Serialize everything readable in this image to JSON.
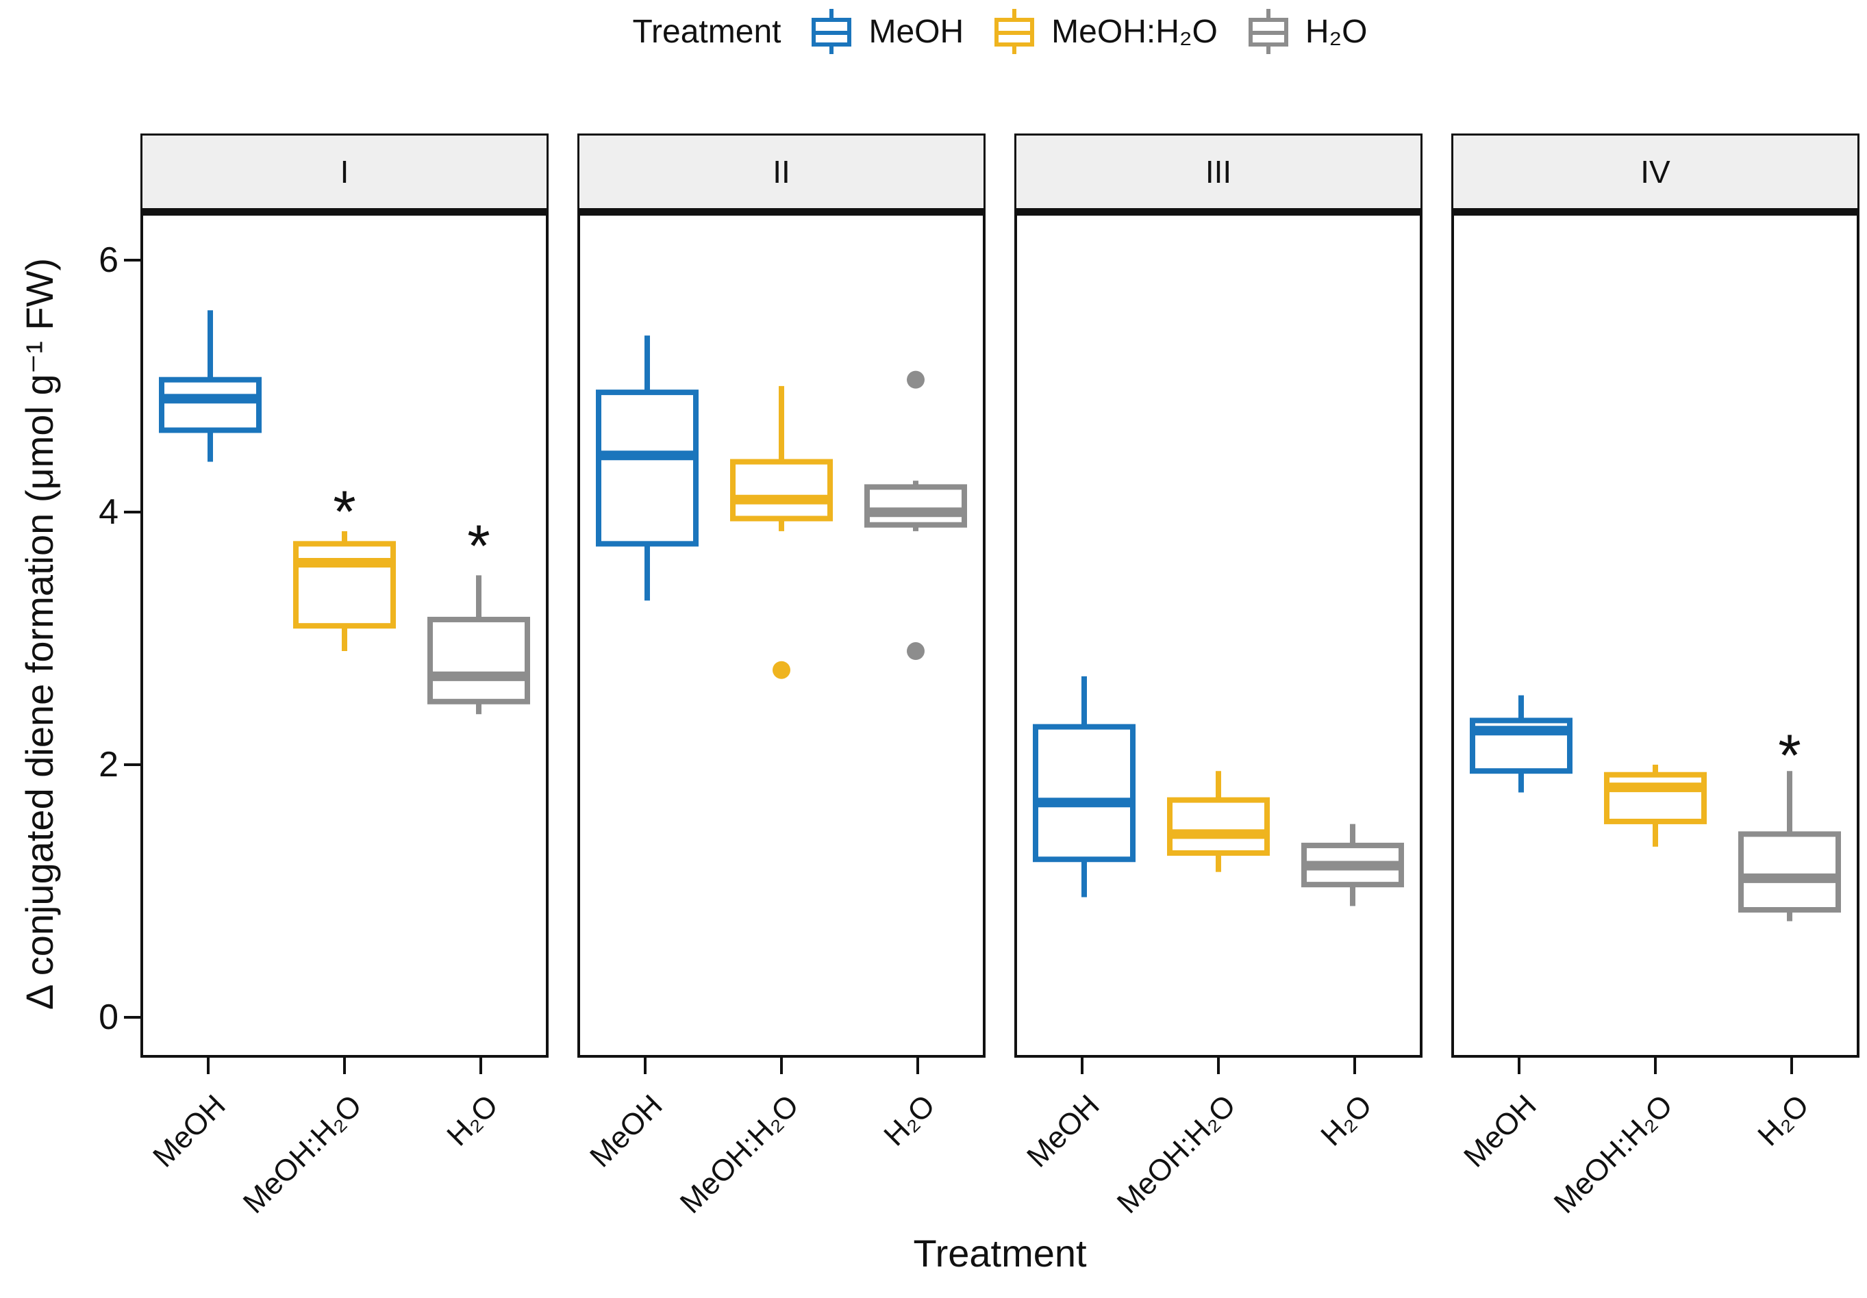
{
  "figure": {
    "x_axis_title": "Treatment",
    "y_axis_title": "Δ conjugated diene formation (μmol g⁻¹ FW)",
    "legend_title": "Treatment"
  },
  "chart_data": {
    "type": "boxplot",
    "title": "",
    "legend_position": "top",
    "grid": false,
    "significance_marker": "*",
    "colors": {
      "MeOH": "#1B75BC",
      "MeOH:H₂O": "#EFB41F",
      "H₂O": "#8D8D8D"
    },
    "legend": {
      "title": "Treatment",
      "entries": [
        {
          "label": "MeOH",
          "color": "#1B75BC"
        },
        {
          "label": "MeOH:H₂O",
          "color": "#EFB41F"
        },
        {
          "label": "H₂O",
          "color": "#8D8D8D"
        }
      ]
    },
    "x": {
      "label": "Treatment",
      "categories": [
        "MeOH",
        "MeOH:H₂O",
        "H₂O"
      ]
    },
    "y": {
      "label": "Δ conjugated diene formation (μmol g⁻¹ FW)",
      "ticks": [
        0,
        2,
        4,
        6
      ],
      "range": [
        -0.3,
        6.35
      ]
    },
    "facets": [
      {
        "label": "I",
        "boxes": [
          {
            "category": "MeOH",
            "whisker_low": 4.4,
            "q1": 4.65,
            "median": 4.9,
            "q3": 5.05,
            "whisker_high": 5.6,
            "outliers": [],
            "star": null
          },
          {
            "category": "MeOH:H₂O",
            "whisker_low": 2.9,
            "q1": 3.1,
            "median": 3.6,
            "q3": 3.75,
            "whisker_high": 3.85,
            "outliers": [],
            "star": 4.05
          },
          {
            "category": "H₂O",
            "whisker_low": 2.4,
            "q1": 2.5,
            "median": 2.7,
            "q3": 3.15,
            "whisker_high": 3.5,
            "outliers": [],
            "star": 3.78
          }
        ]
      },
      {
        "label": "II",
        "boxes": [
          {
            "category": "MeOH",
            "whisker_low": 3.3,
            "q1": 3.75,
            "median": 4.45,
            "q3": 4.95,
            "whisker_high": 5.4,
            "outliers": [],
            "star": null
          },
          {
            "category": "MeOH:H₂O",
            "whisker_low": 3.85,
            "q1": 3.95,
            "median": 4.1,
            "q3": 4.4,
            "whisker_high": 5.0,
            "outliers": [
              2.75
            ],
            "star": null
          },
          {
            "category": "H₂O",
            "whisker_low": 3.85,
            "q1": 3.9,
            "median": 4.0,
            "q3": 4.2,
            "whisker_high": 4.25,
            "outliers": [
              5.05,
              2.9
            ],
            "star": null
          }
        ]
      },
      {
        "label": "III",
        "boxes": [
          {
            "category": "MeOH",
            "whisker_low": 0.95,
            "q1": 1.25,
            "median": 1.7,
            "q3": 2.3,
            "whisker_high": 2.7,
            "outliers": [],
            "star": null
          },
          {
            "category": "MeOH:H₂O",
            "whisker_low": 1.15,
            "q1": 1.3,
            "median": 1.45,
            "q3": 1.72,
            "whisker_high": 1.95,
            "outliers": [],
            "star": null
          },
          {
            "category": "H₂O",
            "whisker_low": 0.88,
            "q1": 1.05,
            "median": 1.2,
            "q3": 1.36,
            "whisker_high": 1.53,
            "outliers": [],
            "star": null
          }
        ]
      },
      {
        "label": "IV",
        "boxes": [
          {
            "category": "MeOH",
            "whisker_low": 1.78,
            "q1": 1.95,
            "median": 2.27,
            "q3": 2.35,
            "whisker_high": 2.55,
            "outliers": [],
            "star": null
          },
          {
            "category": "MeOH:H₂O",
            "whisker_low": 1.35,
            "q1": 1.55,
            "median": 1.82,
            "q3": 1.92,
            "whisker_high": 2.0,
            "outliers": [],
            "star": null
          },
          {
            "category": "H₂O",
            "whisker_low": 0.76,
            "q1": 0.85,
            "median": 1.1,
            "q3": 1.45,
            "whisker_high": 1.95,
            "outliers": [],
            "star": 2.12
          }
        ]
      }
    ]
  }
}
